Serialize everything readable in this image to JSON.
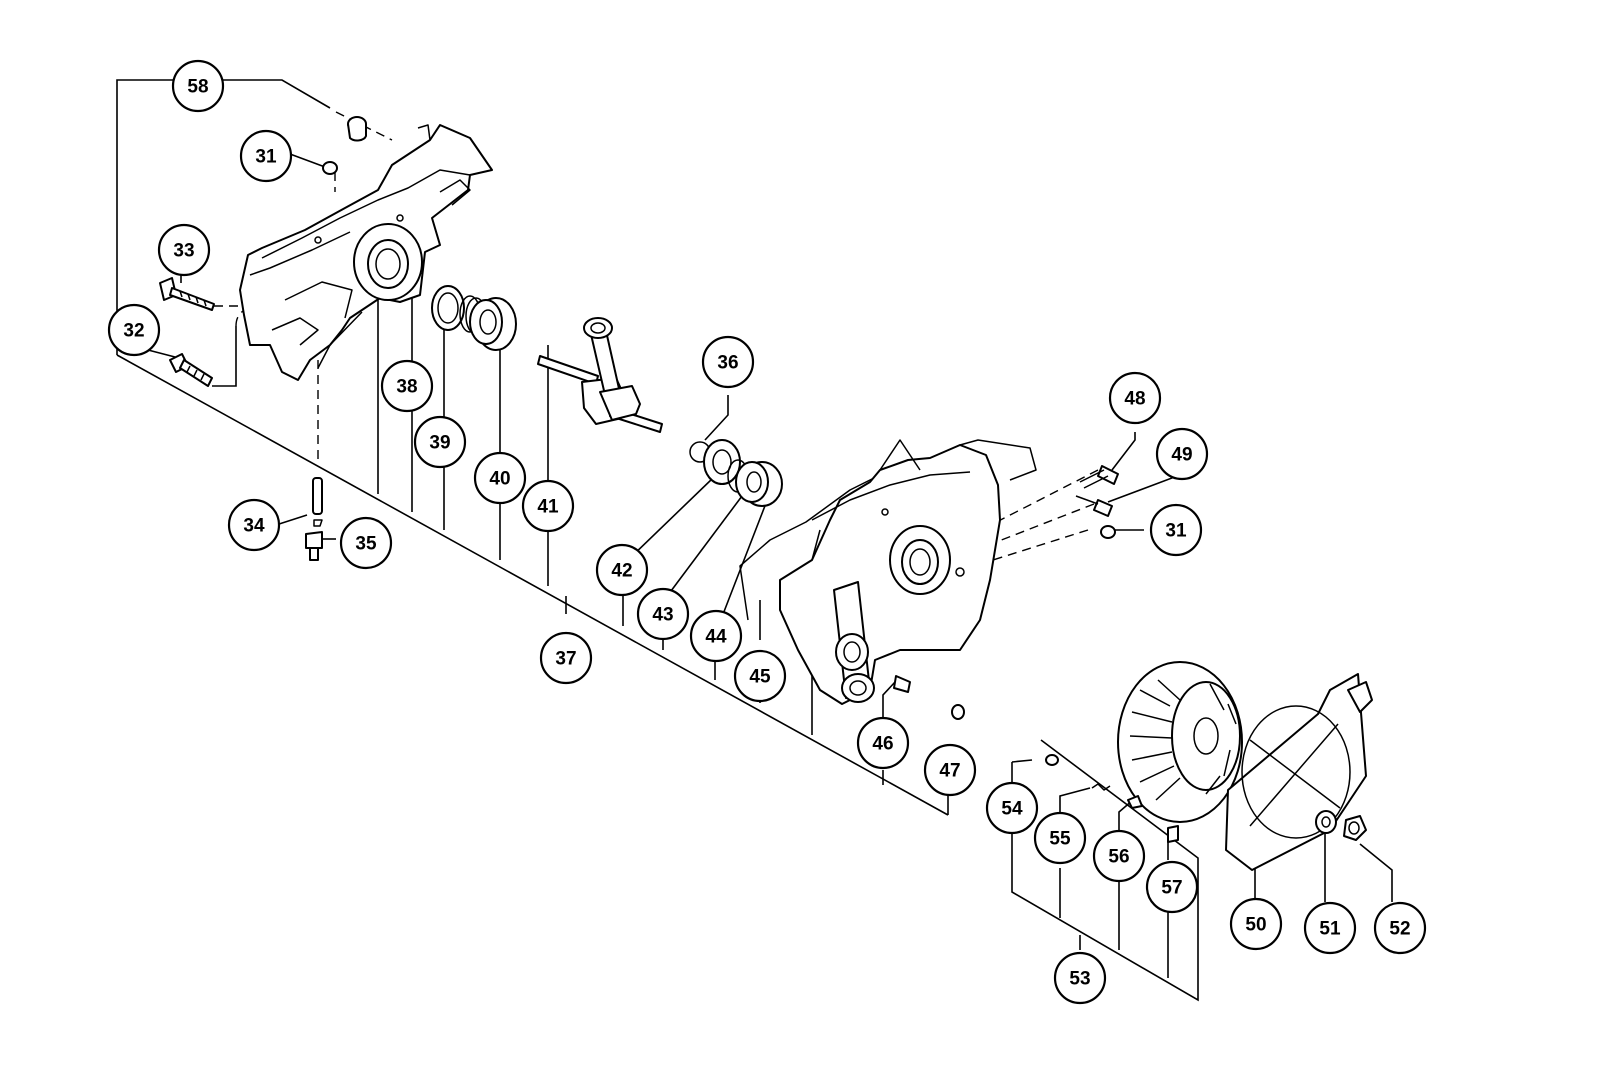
{
  "diagram": {
    "callouts": [
      {
        "id": "c58a",
        "label": "58"
      },
      {
        "id": "c31a",
        "label": "31"
      },
      {
        "id": "c33",
        "label": "33"
      },
      {
        "id": "c32",
        "label": "32"
      },
      {
        "id": "c38",
        "label": "38"
      },
      {
        "id": "c39",
        "label": "39"
      },
      {
        "id": "c40",
        "label": "40"
      },
      {
        "id": "c41",
        "label": "41"
      },
      {
        "id": "c34",
        "label": "34"
      },
      {
        "id": "c35",
        "label": "35"
      },
      {
        "id": "c36",
        "label": "36"
      },
      {
        "id": "c37",
        "label": "37"
      },
      {
        "id": "c42",
        "label": "42"
      },
      {
        "id": "c43",
        "label": "43"
      },
      {
        "id": "c44",
        "label": "44"
      },
      {
        "id": "c45",
        "label": "45"
      },
      {
        "id": "c48",
        "label": "48"
      },
      {
        "id": "c49",
        "label": "49"
      },
      {
        "id": "c31b",
        "label": "31"
      },
      {
        "id": "c46",
        "label": "46"
      },
      {
        "id": "c47",
        "label": "47"
      },
      {
        "id": "c54",
        "label": "54"
      },
      {
        "id": "c55",
        "label": "55"
      },
      {
        "id": "c56",
        "label": "56"
      },
      {
        "id": "c57",
        "label": "57"
      },
      {
        "id": "c50",
        "label": "50"
      },
      {
        "id": "c51",
        "label": "51"
      },
      {
        "id": "c52",
        "label": "52"
      },
      {
        "id": "c53",
        "label": "53"
      }
    ]
  }
}
